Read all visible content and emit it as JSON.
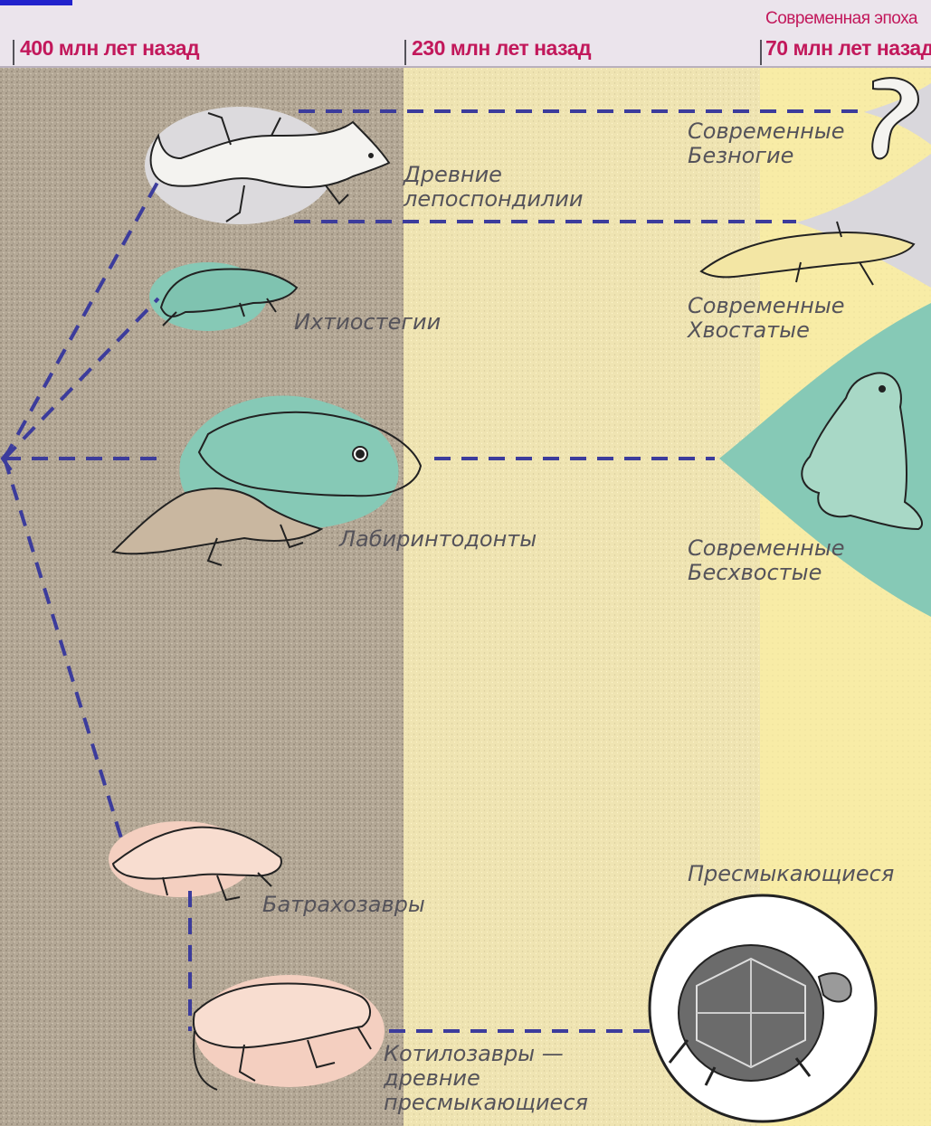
{
  "timeline": {
    "modern_era": "Современная эпоха",
    "ticks": [
      "400 млн лет назад",
      "230 млн лет назад",
      "70 млн лет назад"
    ]
  },
  "groups": {
    "ancient_lepospondyls": "Древние лепоспондилии",
    "modern_caecilians": "Современные Безногие",
    "ichthyostegids": "Ихтиостегии",
    "modern_caudata": "Современные Хвостатые",
    "labyrinthodonts": "Лабиринтодонты",
    "modern_anura": "Современные Бесхвостые",
    "batrachosaurs": "Батрахозавры",
    "reptiles": "Пресмыкающиеся",
    "cotylosaurs": "Котилозавры — древние пресмыкающиеся"
  },
  "colors": {
    "paleozoic_band": "#b4a896",
    "mesozoic_band": "#efe4b2",
    "cenozoic_band": "#f8eca6",
    "header_band": "#ebe4ec",
    "era_text": "#c2185b",
    "branch_lines": "#3c3c9c",
    "lepospondyl_fill": "#d9d7dc",
    "ichthyostegid_fill": "#86c9b6",
    "batrachosaur_fill": "#f4cfc0"
  },
  "icons": [
    "salamander-icon",
    "caecilian-icon",
    "newt-icon",
    "frog-icon",
    "labyrinthodont-icon",
    "ichthyostega-icon",
    "batrachosaur-icon",
    "cotylosaur-icon",
    "turtle-icon"
  ]
}
